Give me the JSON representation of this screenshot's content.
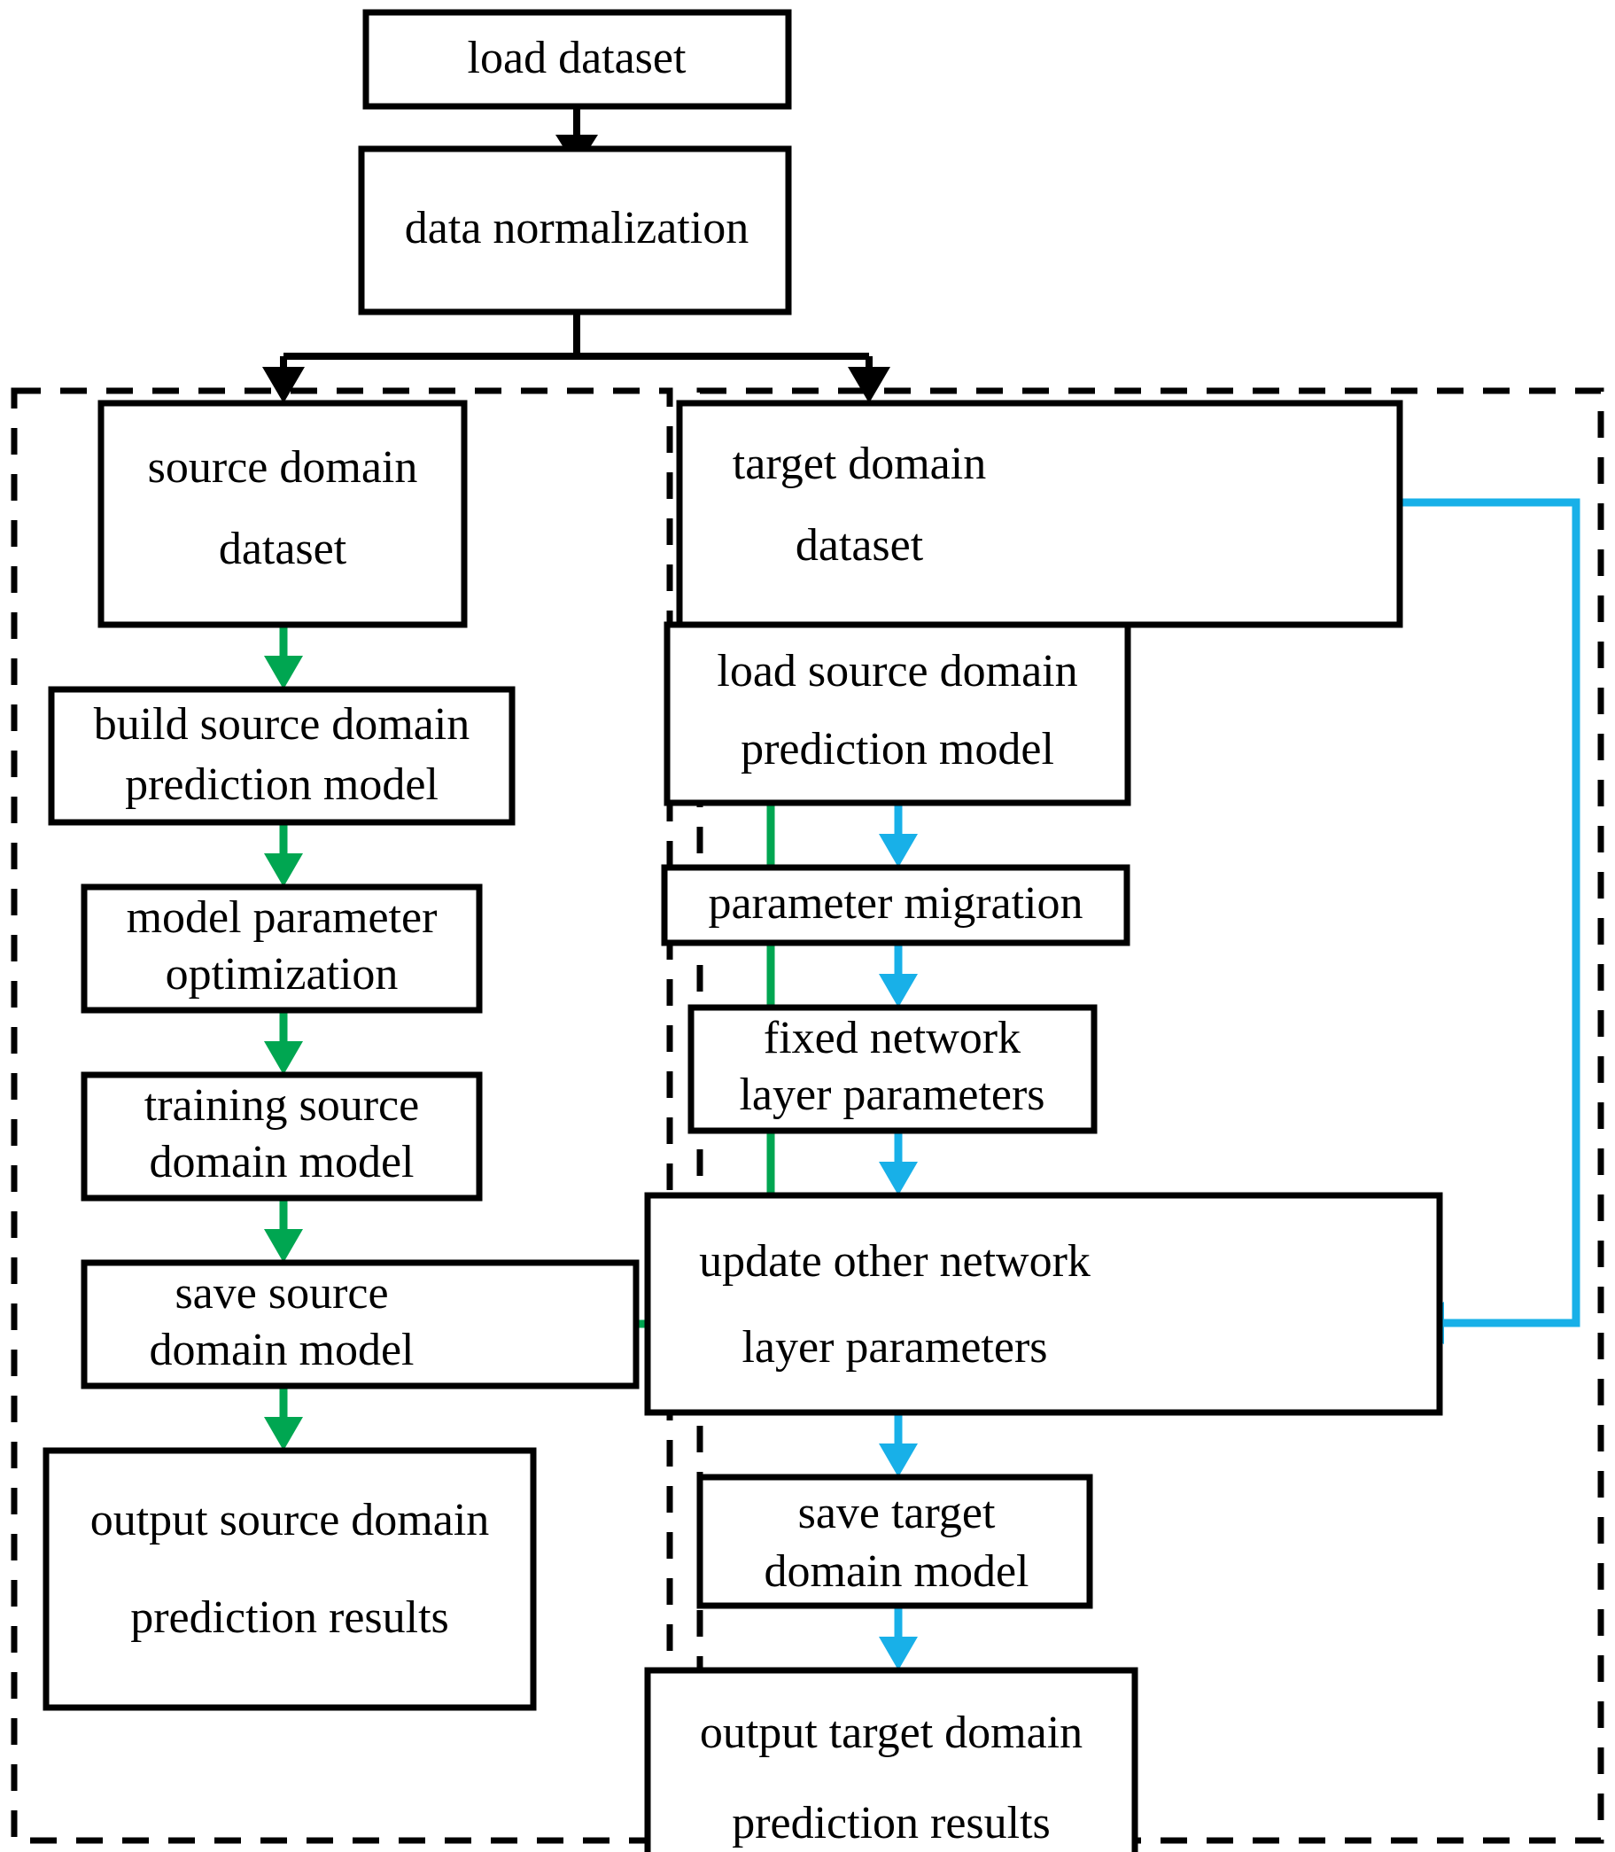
{
  "diagram": {
    "title": "transfer learning prediction workflow flowchart",
    "colors": {
      "black": "#000000",
      "green": "#00A651",
      "blue": "#18B0E8",
      "background": "#ffffff"
    },
    "top_nodes": [
      {
        "id": "load-dataset",
        "label": "load dataset"
      },
      {
        "id": "data-normalization",
        "label": "data normalization"
      }
    ],
    "panels": [
      {
        "id": "source-domain-panel",
        "style": "dashed"
      },
      {
        "id": "target-domain-panel",
        "style": "dashed"
      }
    ],
    "source_nodes": [
      {
        "id": "source-domain-dataset",
        "line1": "source domain",
        "line2": "dataset"
      },
      {
        "id": "build-source-model",
        "line1": "build source domain",
        "line2": "prediction model"
      },
      {
        "id": "model-parameter-optimization",
        "line1": "model parameter",
        "line2": "optimization"
      },
      {
        "id": "training-source-model",
        "line1": "training source",
        "line2": "domain model"
      },
      {
        "id": "save-source-model",
        "line1": "save source",
        "line2": "domain model"
      },
      {
        "id": "output-source-results",
        "line1": "output source domain",
        "line2": "prediction results"
      }
    ],
    "target_nodes": [
      {
        "id": "target-domain-dataset",
        "line1": "target domain",
        "line2": "dataset"
      },
      {
        "id": "load-source-model",
        "line1": "load source domain",
        "line2": "prediction model"
      },
      {
        "id": "parameter-migration",
        "line1": "parameter migration",
        "line2": ""
      },
      {
        "id": "fixed-network-layer-parameters",
        "line1": "fixed network",
        "line2": "layer parameters"
      },
      {
        "id": "update-other-network-layer-parameters",
        "line1": "update other network",
        "line2": "layer parameters"
      },
      {
        "id": "save-target-model",
        "line1": "save target",
        "line2": "domain model"
      },
      {
        "id": "output-target-results",
        "line1": "output target domain",
        "line2": "prediction results"
      }
    ],
    "edges": [
      {
        "id": "edge-load-to-normalize",
        "from": "load dataset",
        "to": "data normalization",
        "color": "black"
      },
      {
        "id": "edge-normalize-to-source",
        "from": "data normalization",
        "to": "source domain dataset",
        "color": "black"
      },
      {
        "id": "edge-normalize-to-target",
        "from": "data normalization",
        "to": "target domain dataset",
        "color": "black"
      },
      {
        "id": "edge-source-dataset-to-build",
        "from": "source domain dataset",
        "to": "build source domain prediction model",
        "color": "green"
      },
      {
        "id": "edge-build-to-optimize",
        "from": "build source domain prediction model",
        "to": "model parameter optimization",
        "color": "green"
      },
      {
        "id": "edge-optimize-to-training",
        "from": "model parameter optimization",
        "to": "training source domain model",
        "color": "green"
      },
      {
        "id": "edge-training-to-save",
        "from": "training source domain model",
        "to": "save source domain model",
        "color": "green"
      },
      {
        "id": "edge-save-to-output",
        "from": "save source domain model",
        "to": "output source domain prediction results",
        "color": "green"
      },
      {
        "id": "edge-save-source-to-load-source",
        "from": "save source domain model",
        "to": "load source domain prediction model",
        "color": "green"
      },
      {
        "id": "edge-target-dataset-to-update",
        "from": "target domain dataset",
        "to": "update other network layer parameters",
        "color": "blue"
      },
      {
        "id": "edge-load-source-to-migration",
        "from": "load source domain prediction model",
        "to": "parameter migration",
        "color": "blue"
      },
      {
        "id": "edge-migration-to-fixed",
        "from": "parameter migration",
        "to": "fixed network layer parameters",
        "color": "blue"
      },
      {
        "id": "edge-fixed-to-update",
        "from": "fixed network layer parameters",
        "to": "update other network layer parameters",
        "color": "blue"
      },
      {
        "id": "edge-update-to-save-target",
        "from": "update other network layer parameters",
        "to": "save target domain model",
        "color": "blue"
      },
      {
        "id": "edge-save-target-to-output",
        "from": "save target domain model",
        "to": "output target domain prediction results",
        "color": "blue"
      }
    ]
  }
}
